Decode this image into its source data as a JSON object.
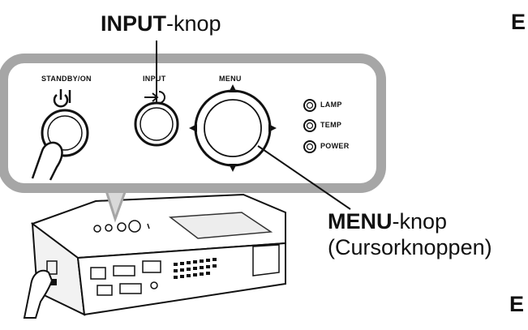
{
  "callouts": {
    "input": {
      "bold": "INPUT",
      "rest": "-knop"
    },
    "menu": {
      "bold": "MENU",
      "rest": "-knop",
      "sub": "(Cursorknoppen)"
    }
  },
  "panel": {
    "standby_label": "STANDBY/ON",
    "input_label": "INPUT",
    "menu_label": "MENU",
    "indicators": [
      "LAMP",
      "TEMP",
      "POWER"
    ]
  },
  "edge_letters": [
    "E",
    "E"
  ],
  "colors": {
    "ink": "#111111",
    "panel_fill": "#ffffff",
    "panel_outline": "#a6a6a6",
    "shade": "#d9d9d9"
  },
  "icons": [
    "power-icon",
    "input-icon",
    "arrow-up-icon",
    "arrow-down-icon",
    "arrow-left-icon",
    "arrow-right-icon",
    "finger-icon"
  ]
}
